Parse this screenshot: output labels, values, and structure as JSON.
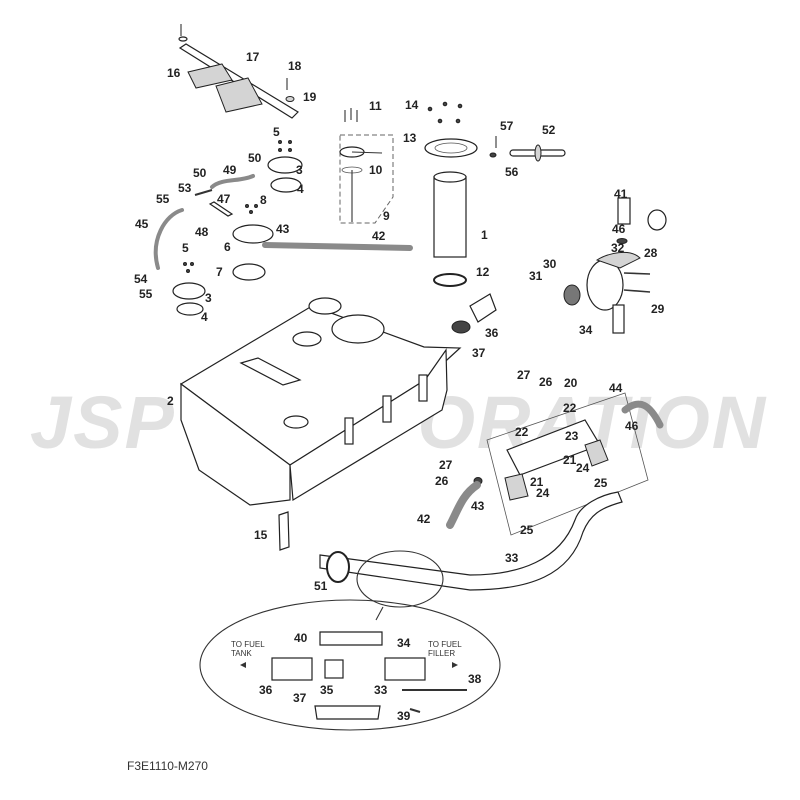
{
  "diagram": {
    "figure_code": "F3E1110-M270",
    "watermark": "JSP CORPORATION",
    "detail_labels": {
      "to_fuel_tank": "TO FUEL",
      "to_fuel_tank_2": "TANK",
      "to_fuel_filler": "TO FUEL",
      "to_fuel_filler_2": "FILLER"
    },
    "callouts": {
      "c1": "1",
      "c2": "2",
      "c3a": "3",
      "c3b": "3",
      "c4a": "4",
      "c4b": "4",
      "c5a": "5",
      "c5b": "5",
      "c6": "6",
      "c7": "7",
      "c8": "8",
      "c9": "9",
      "c10": "10",
      "c11": "11",
      "c12": "12",
      "c13": "13",
      "c14": "14",
      "c15": "15",
      "c16": "16",
      "c17": "17",
      "c18": "18",
      "c19": "19",
      "c20": "20",
      "c21a": "21",
      "c21b": "21",
      "c22a": "22",
      "c22b": "22",
      "c23": "23",
      "c24a": "24",
      "c24b": "24",
      "c25a": "25",
      "c25b": "25",
      "c26a": "26",
      "c26b": "26",
      "c27a": "27",
      "c27b": "27",
      "c28": "28",
      "c29": "29",
      "c30": "30",
      "c31": "31",
      "c32": "32",
      "c33": "33",
      "c33d": "33",
      "c34": "34",
      "c34d": "34",
      "c35": "35",
      "c36": "36",
      "c36d": "36",
      "c37": "37",
      "c37d": "37",
      "c38": "38",
      "c39": "39",
      "c40": "40",
      "c41": "41",
      "c42a": "42",
      "c42b": "42",
      "c43a": "43",
      "c43b": "43",
      "c44": "44",
      "c45": "45",
      "c46a": "46",
      "c46b": "46",
      "c47": "47",
      "c48": "48",
      "c49": "49",
      "c50a": "50",
      "c50b": "50",
      "c51": "51",
      "c52": "52",
      "c53": "53",
      "c54": "54",
      "c55a": "55",
      "c55b": "55",
      "c56": "56",
      "c57": "57"
    }
  }
}
